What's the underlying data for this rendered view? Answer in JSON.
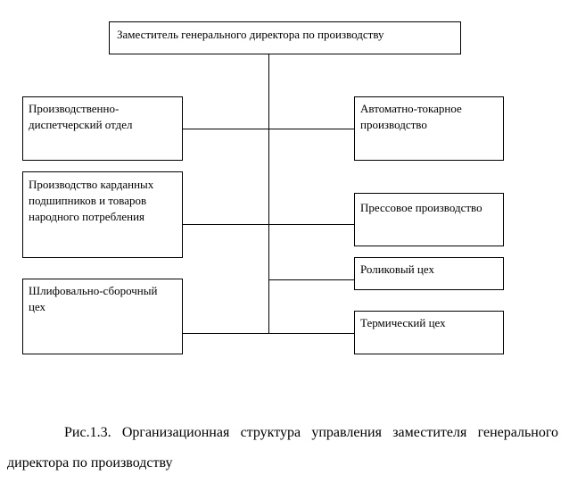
{
  "diagram": {
    "top": "Заместитель генерального директора по производству",
    "left": [
      "Производственно-диспетчерский отдел",
      "Производство карданных подшипников и товаров народного потребления",
      "Шлифовально-сборочный цех"
    ],
    "right": [
      "Автоматно-токарное производство",
      "Прессовое производство",
      "Роликовый цех",
      "Термический цех"
    ]
  },
  "caption": "Рис.1.3. Организационная структура управления заместителя генерального директора по производству"
}
